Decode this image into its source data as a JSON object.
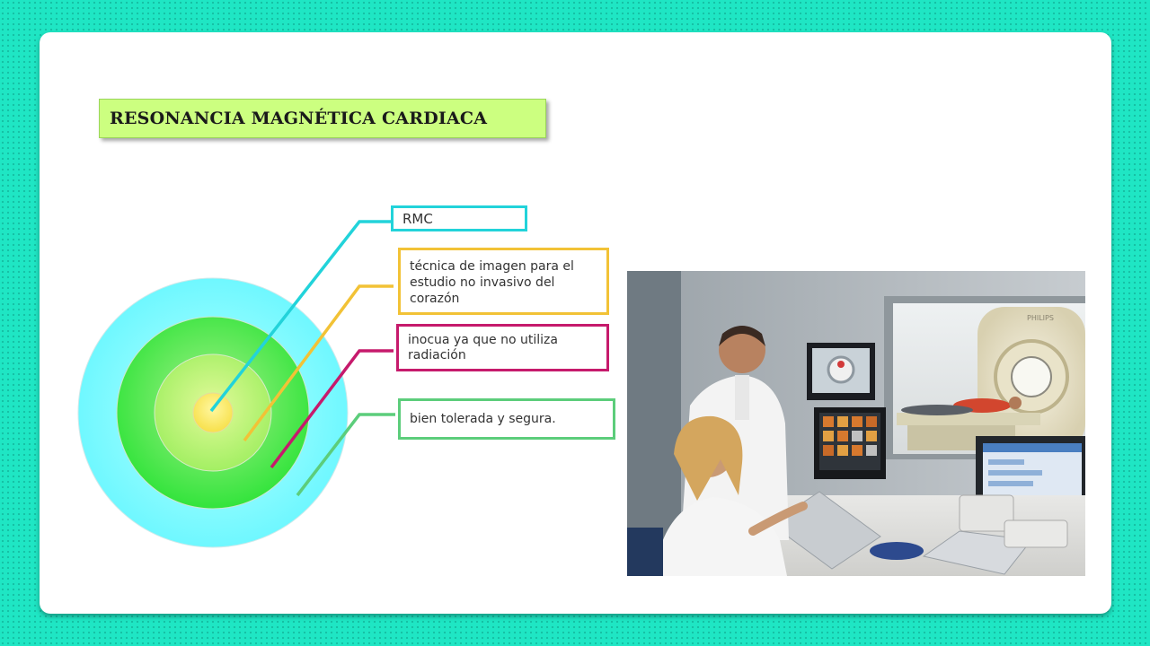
{
  "slide": {
    "title": "RESONANCIA MAGNÉTICA CARDIACA"
  },
  "diagram": {
    "rings": [
      {
        "name": "outer",
        "color": "#7dfcff"
      },
      {
        "name": "second",
        "color": "#44e84e"
      },
      {
        "name": "third",
        "color": "#c6f57c"
      },
      {
        "name": "center",
        "color": "#fff06a"
      }
    ],
    "items": [
      {
        "text": "RMC",
        "color": "#22d3da"
      },
      {
        "text": "técnica de imagen para el estudio no invasivo del corazón",
        "color": "#f2c236"
      },
      {
        "text": "inocua ya que no utiliza radiación",
        "color": "#c61a6c"
      },
      {
        "text": "bien tolerada y segura.",
        "color": "#5ccd7b"
      }
    ],
    "underlying_text": "utiliza radiación"
  },
  "photo": {
    "brand": "PHILIPS"
  }
}
